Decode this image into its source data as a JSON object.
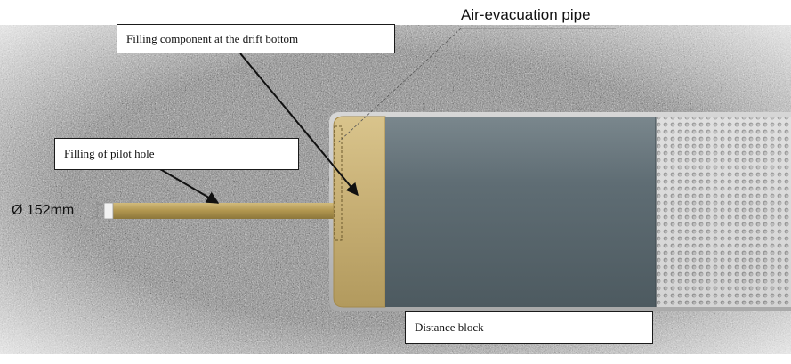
{
  "labels": {
    "air_evacuation_pipe": "Air-evacuation pipe",
    "filling_component": "Filling component at the drift bottom",
    "filling_pilot_hole": "Filling of pilot hole",
    "diameter": "Ø 152mm",
    "distance_block": "Distance block"
  },
  "colors": {
    "rock_base": "#8f8f8f",
    "filling_component": "#c9b27a",
    "canister": "#5e6c73",
    "pilot_pipe": "#b59a52",
    "perforated": "#e3e3e3"
  }
}
